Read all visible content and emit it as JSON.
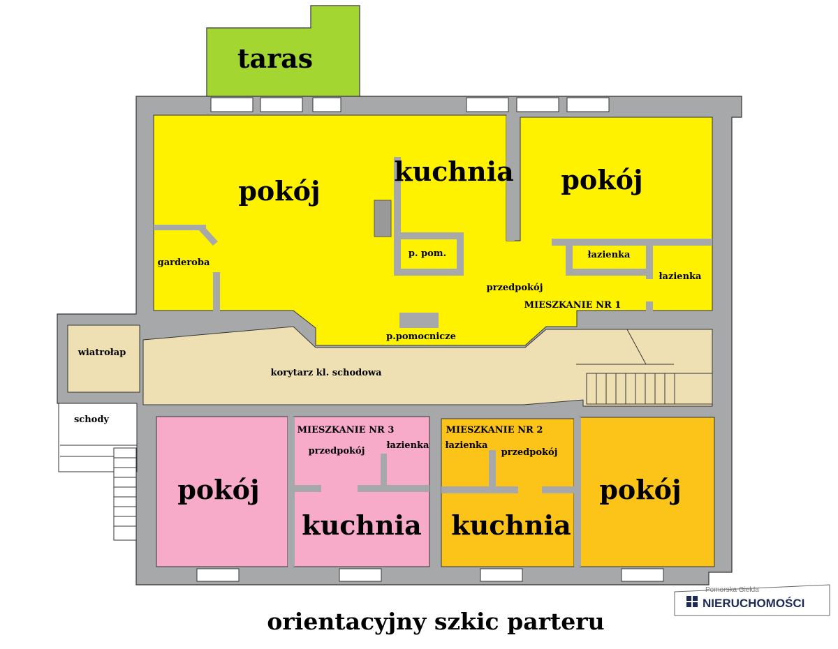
{
  "plan": {
    "title": "orientacyjny szkic parteru",
    "colors": {
      "wall": "#a7a8a9",
      "apartment_1": "#fff200",
      "apartment_2": "#fcc419",
      "apartment_3": "#f7abc9",
      "common_area": "#efe0b4",
      "terrace": "#a3d630"
    },
    "apartment_1": {
      "name": "MIESZKANIE NR 1",
      "room_left": "pokój",
      "room_right": "pokój",
      "kitchen": "kuchnia",
      "wardrobe": "garderoba",
      "utility_small": "p. pom.",
      "bathroom_a": "łazienka",
      "bathroom_b": "łazienka",
      "hall": "przedpokój",
      "utility": "p.pomocnicze"
    },
    "common": {
      "terrace": "taras",
      "vestibule": "wiatrołap",
      "corridor": "korytarz kl. schodowa",
      "stairs": "schody"
    },
    "apartment_3": {
      "name": "MIESZKANIE NR 3",
      "hall": "przedpokój",
      "bathroom": "łazienka",
      "room": "pokój",
      "kitchen": "kuchnia"
    },
    "apartment_2": {
      "name": "MIESZKANIE NR 2",
      "bathroom": "łazienka",
      "hall": "przedpokój",
      "kitchen": "kuchnia",
      "room": "pokój"
    },
    "logo": {
      "line1": "Pomorska Giełda",
      "line2": "NIERUCHOMOŚCI"
    }
  }
}
